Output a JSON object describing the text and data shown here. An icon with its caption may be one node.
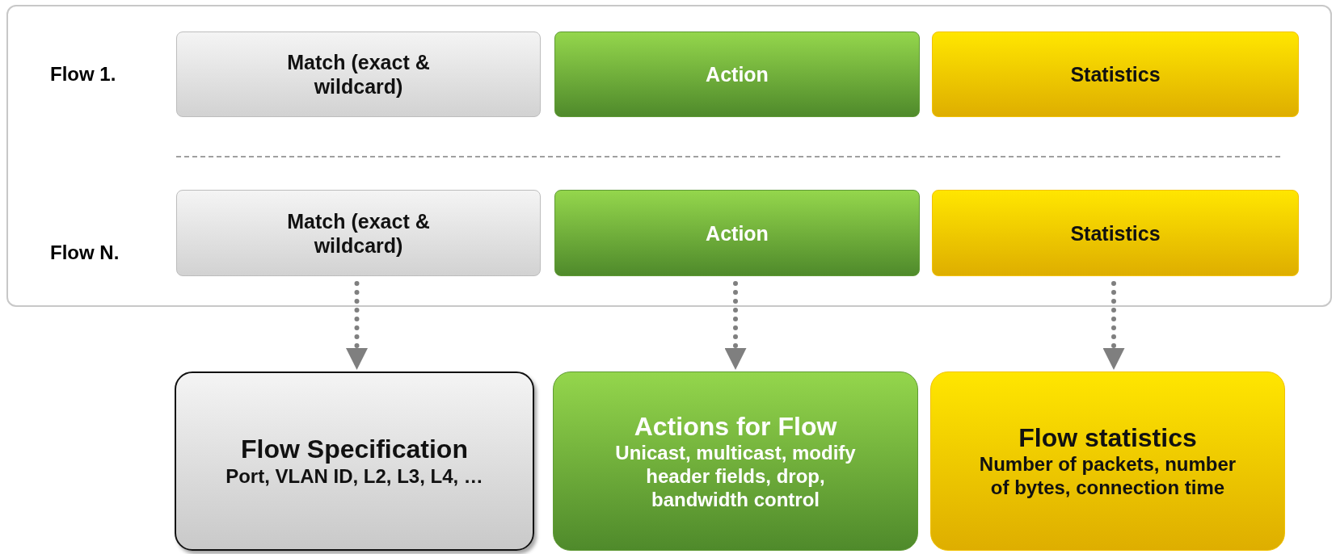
{
  "diagram": {
    "nodes": [
      {
        "text": [],
        "shape": "box"
      },
      {
        "text": [
          "Match (exact & wildcard)"
        ],
        "in": 0
      },
      {
        "text": [
          "Action"
        ],
        "in": 0
      },
      {
        "text": [
          "Statistics"
        ],
        "in": 0
      },
      {
        "text": [
          "Match (exact & wildcard)"
        ],
        "in": 0
      },
      {
        "text": [
          "Action"
        ],
        "in": 0
      },
      {
        "text": [
          "Statistics"
        ],
        "in": 0
      },
      {
        "text": [
          "Flow Specification",
          "Port, VLAN ID, L2, L3, L4, …"
        ]
      },
      {
        "text": [
          "Actions for Flow",
          "Unicast, multicast, modify header fields, drop, bandwidth control"
        ]
      },
      {
        "text": [
          "Flow statistics",
          "Number of packets, number of bytes, connection time"
        ]
      }
    ],
    "edges": [
      {
        "from": 4,
        "to": 7,
        "arrow": "to",
        "style": "dashed"
      },
      {
        "from": 5,
        "to": 8,
        "arrow": "to",
        "style": "dashed"
      },
      {
        "from": 6,
        "to": 9,
        "arrow": "to",
        "style": "dashed"
      }
    ],
    "labels": [
      "Flow 1.",
      "Flow N."
    ]
  }
}
